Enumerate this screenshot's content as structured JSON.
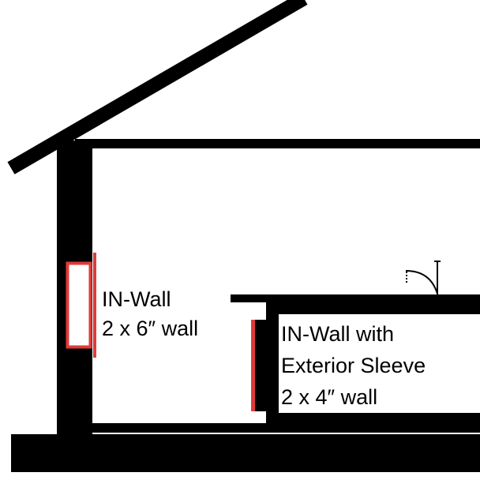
{
  "labels": {
    "in_wall": {
      "line1": "IN-Wall",
      "line2": "2 x 6″ wall"
    },
    "in_wall_sleeve": {
      "line1": "IN-Wall with",
      "line2": "Exterior Sleeve",
      "line3": "2 x 4″ wall"
    }
  },
  "colors": {
    "structure": "#000000",
    "speaker": "#e03a3a",
    "background": "#ffffff"
  }
}
